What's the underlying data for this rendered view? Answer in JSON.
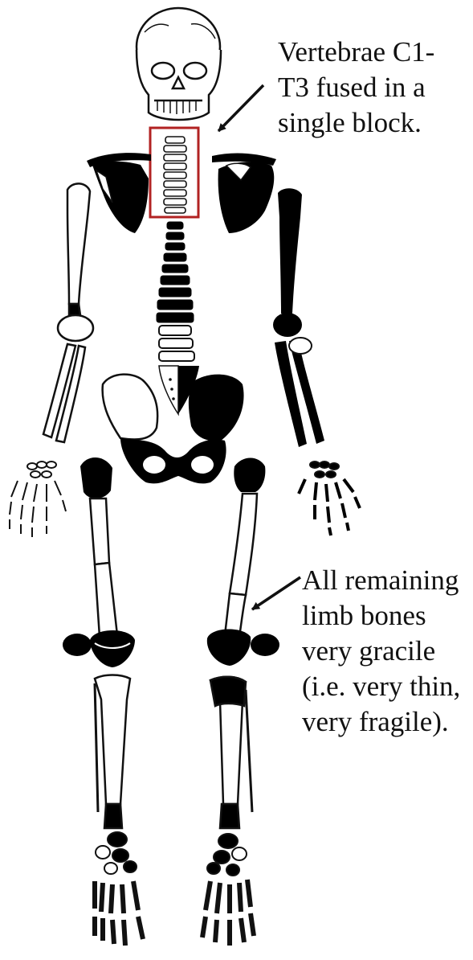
{
  "annotations": {
    "vertebrae": {
      "lines": [
        "Vertebrae C1-",
        "T3 fused in a",
        "single block."
      ]
    },
    "limbs": {
      "lines": [
        "All remaining",
        "limb bones",
        "very gracile",
        "(i.e. very thin,",
        "very fragile)."
      ]
    }
  },
  "colors": {
    "bone_present": "#000000",
    "bone_absent": "#ffffff",
    "highlight_box": "#b22222"
  }
}
